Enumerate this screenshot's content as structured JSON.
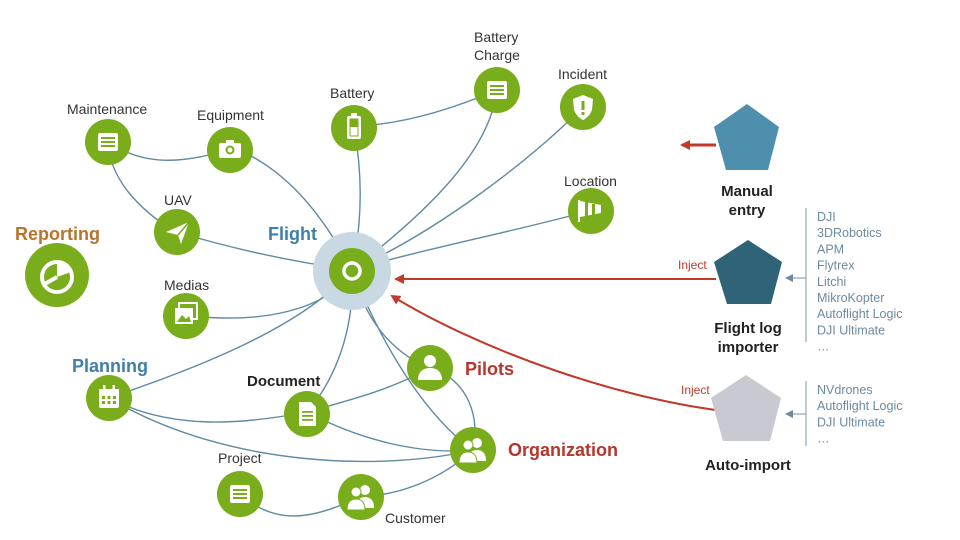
{
  "colors": {
    "node_green": "#79ad1c",
    "edge_blue": "#5f8aa5",
    "flight_blue": "#3f7fa8",
    "reporting_brown": "#b8742c",
    "planning_blue": "#3f7fa8",
    "pilots_red": "#b6352c",
    "arrow_red": "#c0392b",
    "manual_pentagon": "#4d8fad",
    "log_pentagon": "#2f6378",
    "auto_pentagon": "#c9c9d1",
    "list_text": "#6d8aa0"
  },
  "center": {
    "label": "Flight",
    "icon": "ring-icon"
  },
  "nodes": {
    "maintenance": {
      "label": "Maintenance",
      "icon": "list-icon"
    },
    "equipment": {
      "label": "Equipment",
      "icon": "camera-icon"
    },
    "battery": {
      "label": "Battery",
      "icon": "battery-icon"
    },
    "battery_charge": {
      "label_line1": "Battery",
      "label_line2": "Charge",
      "icon": "list-icon"
    },
    "incident": {
      "label": "Incident",
      "icon": "warning-shield-icon"
    },
    "location": {
      "label": "Location",
      "icon": "windsock-icon"
    },
    "uav": {
      "label": "UAV",
      "icon": "paper-plane-icon"
    },
    "reporting": {
      "label": "Reporting",
      "icon": "pie-chart-icon"
    },
    "medias": {
      "label": "Medias",
      "icon": "gallery-icon"
    },
    "planning": {
      "label": "Planning",
      "icon": "calendar-icon"
    },
    "document": {
      "label": "Document",
      "icon": "document-icon"
    },
    "pilots": {
      "label": "Pilots",
      "icon": "user-icon"
    },
    "organization": {
      "label": "Organization",
      "icon": "users-icon"
    },
    "project": {
      "label": "Project",
      "icon": "list-icon"
    },
    "customer": {
      "label": "Customer",
      "icon": "users-icon"
    }
  },
  "sources": {
    "manual": {
      "label_line1": "Manual",
      "label_line2": "entry"
    },
    "log_importer": {
      "label_line1": "Flight log",
      "label_line2": "importer",
      "inject_label": "Inject",
      "items": [
        "DJI",
        "3DRobotics",
        "APM",
        "Flytrex",
        "Litchi",
        "MikroKopter",
        "Autoflight Logic",
        "DJI Ultimate",
        "…"
      ]
    },
    "auto_import": {
      "label": "Auto-import",
      "inject_label": "Inject",
      "items": [
        "NVdrones",
        "Autoflight Logic",
        "DJI Ultimate",
        "…"
      ]
    }
  }
}
